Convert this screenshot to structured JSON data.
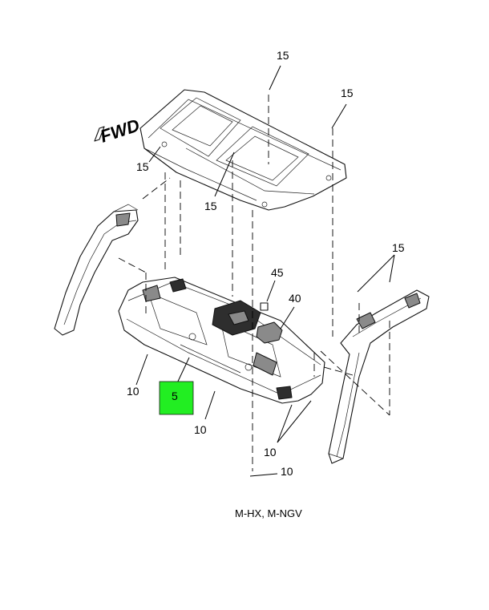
{
  "direction_indicator": "FWD",
  "callouts": {
    "shelf_top": "15",
    "shelf_right": "15",
    "shelf_left": "15",
    "shelf_center": "15",
    "rail_right": "15",
    "fastener_45": "45",
    "bracket_40": "40",
    "pan_left": "10",
    "pan_front": "10",
    "pan_right": "10",
    "pan_bottom": "10"
  },
  "highlighted_callout": "5",
  "highlight_color": "#22ee22",
  "footer_note": "M-HX, M-NGV"
}
